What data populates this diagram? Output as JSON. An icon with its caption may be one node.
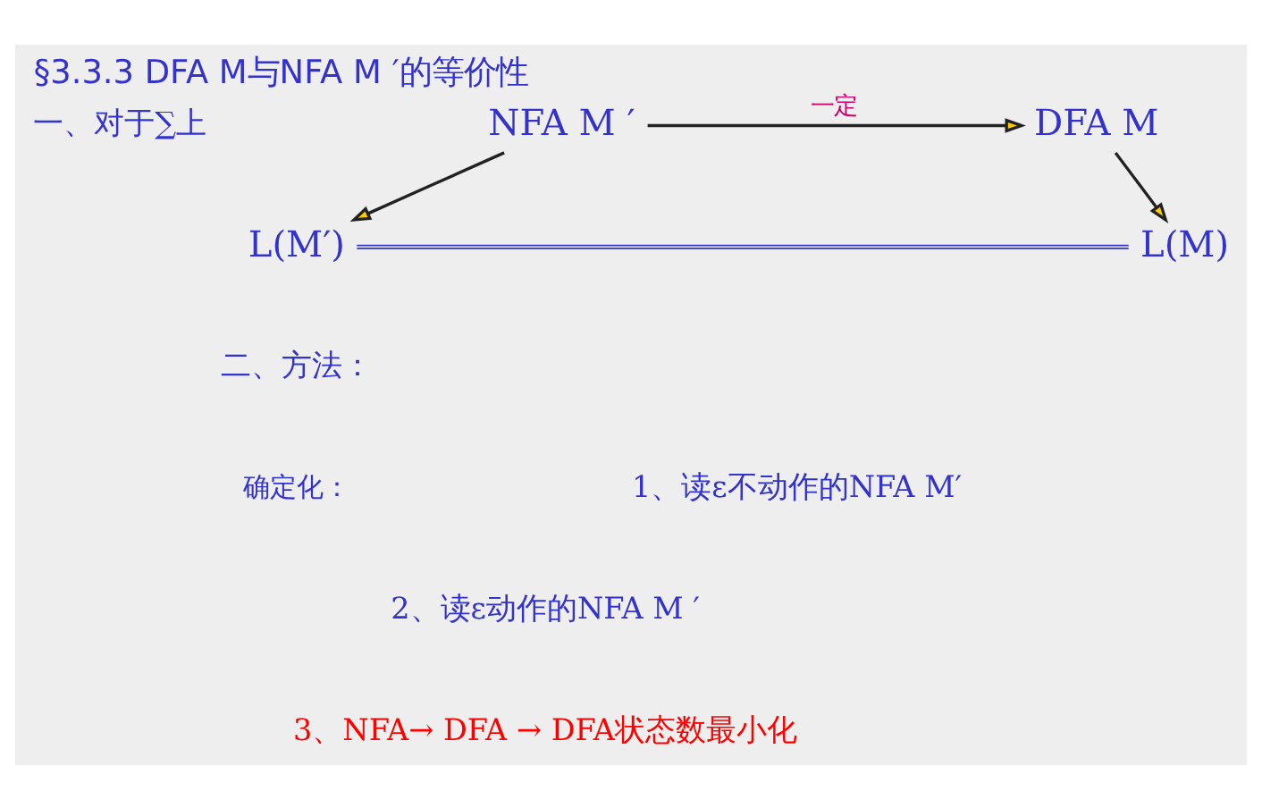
{
  "diagram": {
    "title": "§3.3.3 DFA M与NFA M ′的等价性",
    "nodes": [
      {
        "text": [
          "NFA M ′"
        ]
      },
      {
        "text": [
          "DFA M"
        ]
      },
      {
        "text": [
          "L(M′)"
        ]
      },
      {
        "text": [
          "L(M)"
        ]
      }
    ],
    "edges": [
      {
        "from": 0,
        "to": 1,
        "arrow": "to",
        "label": "一定"
      },
      {
        "from": 0,
        "to": 2,
        "arrow": "to"
      },
      {
        "from": 1,
        "to": 3,
        "arrow": "to"
      },
      {
        "from": 2,
        "to": 3,
        "arrow": "none",
        "color": "#3333cc"
      }
    ],
    "labels": [
      "一、对于∑上",
      "二、方法：",
      "确定化：",
      "1、读ε不动作的NFA M′",
      "2、读ε动作的NFA M ′",
      "3、NFA→ DFA → DFA状态数最小化"
    ]
  }
}
